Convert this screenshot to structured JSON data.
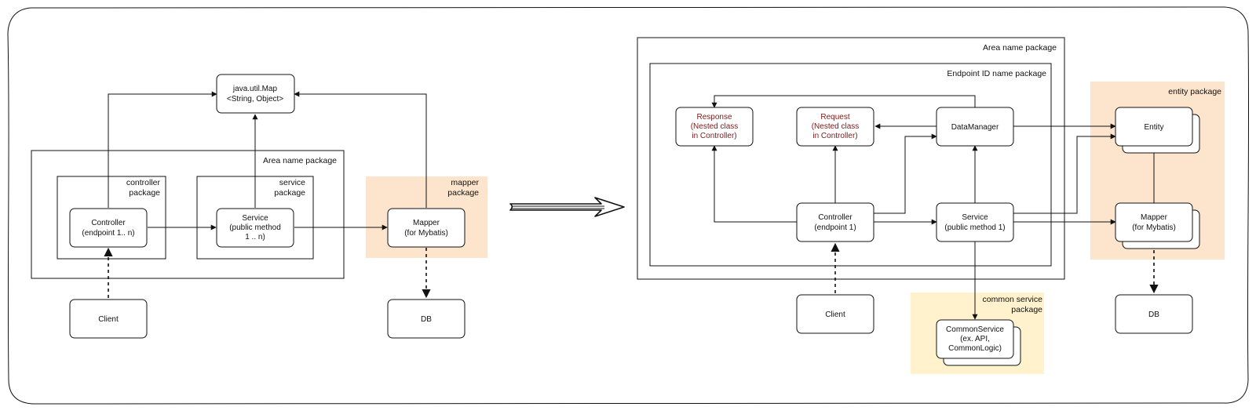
{
  "left": {
    "area_label": "Area name package",
    "controller_pkg": [
      "controller",
      "package"
    ],
    "service_pkg": [
      "service",
      "package"
    ],
    "mapper_pkg": [
      "mapper",
      "package"
    ],
    "map_node": [
      "java.util.Map",
      "<String, Object>"
    ],
    "controller": [
      "Controller",
      "(endpoint 1.. n)"
    ],
    "service": [
      "Service",
      "(public method",
      "1 .. n)"
    ],
    "mapper": [
      "Mapper",
      "(for Mybatis)"
    ],
    "client": [
      "Client"
    ],
    "db": [
      "DB"
    ]
  },
  "right": {
    "area_label": "Area name package",
    "endpoint_label": "Endpoint ID name package",
    "entity_pkg": "entity package",
    "common_pkg": [
      "common service",
      "package"
    ],
    "response": [
      "Response",
      "(Nested class",
      "in Controller)"
    ],
    "request": [
      "Request",
      "(Nested class",
      "in Controller)"
    ],
    "datamanager": [
      "DataManager"
    ],
    "entity": [
      "Entity"
    ],
    "controller": [
      "Controller",
      "(endpoint 1)"
    ],
    "service": [
      "Service",
      "(public method 1)"
    ],
    "mapper": [
      "Mapper",
      "(for Mybatis)"
    ],
    "client": [
      "Client"
    ],
    "db": [
      "DB"
    ],
    "common_service": [
      "CommonService",
      "(ex. API,",
      "CommonLogic)"
    ]
  },
  "colors": {
    "orange_pkg": "#fde4cc",
    "yellow_pkg": "#fff2cc",
    "nested_text": "#7a1a1a",
    "stroke": "#111111"
  }
}
